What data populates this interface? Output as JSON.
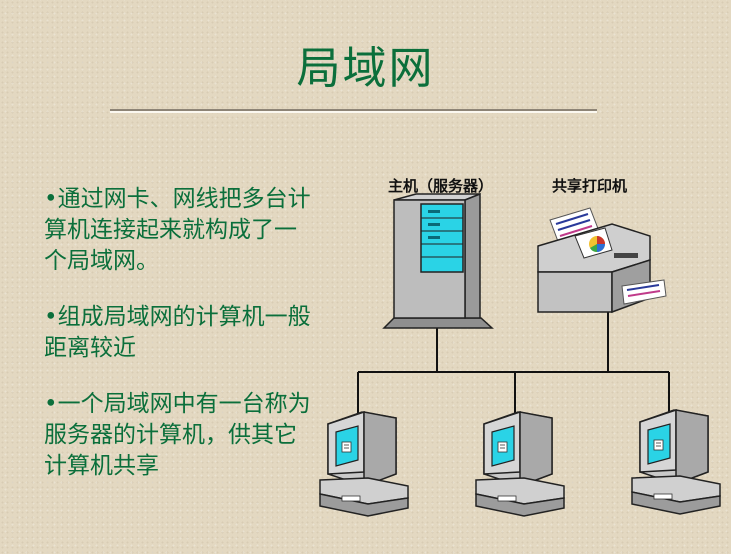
{
  "title": "局域网",
  "bullets": [
    "•通过网卡、网线把多台计算机连接起来就构成了一个局域网。",
    "•组成局域网的计算机一般距离较近",
    "•一个局域网中有一台称为服务器的计算机，供其它计算机共享"
  ],
  "diagram": {
    "server_label": "主机（服务器）",
    "printer_label": "共享打印机"
  },
  "colors": {
    "title": "#0b6f3b",
    "bullet_text": "#0b6f3b",
    "background": "#e3d8c1",
    "screen": "#2ad3e6"
  }
}
